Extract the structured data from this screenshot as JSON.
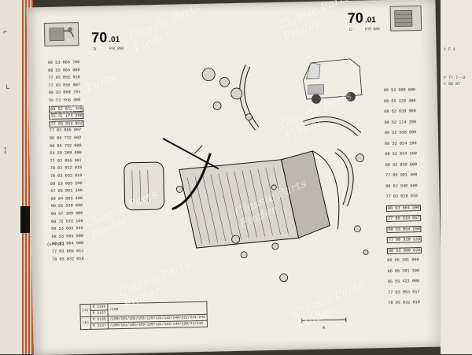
{
  "header_left": {
    "number": "70",
    "sub": ".01",
    "tiny": "D",
    "ref": "P.R. 884"
  },
  "header_right": {
    "number": "70",
    "sub": ".01",
    "tiny": "D",
    "ref": "P.R. 884"
  },
  "left_codes": [
    "08 53 064 700",
    "08 53 064 800",
    "77 03 051 018",
    "77 03 055 007",
    "08 53 068 700",
    "08 53 068 400",
    "08 52 632 000",
    "08 52 174 200",
    "77 03 054 824",
    "77 03 055 007",
    "06 06 732 602",
    "08 05 732 600",
    "04 28 209 800",
    "77 03 055 007",
    "78 03 032 018",
    "78 03 032 018",
    "08 53 063 200",
    "07 05 961 100",
    "08 04 893 400",
    "08 55 538 600",
    "08 67 109 900",
    "08 72 572 100",
    "08 53 063 845",
    "08 53 065 000",
    "08 53 064 900",
    "77 03 055 011",
    "78 03 032 018"
  ],
  "left_prefix": "(k=760)",
  "right_codes": [
    "08 52 908 600",
    "08 55 120 400",
    "08 52 638 900",
    "08 52 114 200",
    "08 52 038 500",
    "08 52 024 100",
    "08 52 024 200",
    "08 52 830 600",
    "77 00 901 400",
    "08 52 040 500",
    "77 03 018 018",
    "08 53 064 200",
    "77 00 510 057",
    "08 53 064 200",
    "77 00 520 120",
    "08 53 000 020",
    "06 05 381 000",
    "06 05 381 100",
    "05 55 421 000",
    "77 03 053 017",
    "78 03 032 018"
  ],
  "footer": {
    "rows": [
      {
        "key": "(a)",
        "model1": "R 2136",
        "model2": "R 2137",
        "vals": "/108"
      },
      {
        "key": "(b)",
        "model1": "R 2136",
        "model2": "R 2137",
        "vals": "/100/101/102/103/120/121/122/140/221/241/246"
      }
    ],
    "row_b2": "/100/101/102/103/120/121/122/140/220/74/246"
  },
  "scale_label": "A",
  "watermark_text": [
    "Classic Parts",
    "Finder"
  ],
  "right_page_text": [
    "1 F 1",
    "r 77-7--3",
    "r 88 97"
  ],
  "colors": {
    "page": "#efece4",
    "ink": "#1a1a1a",
    "book_edge": "#b85a3a"
  }
}
